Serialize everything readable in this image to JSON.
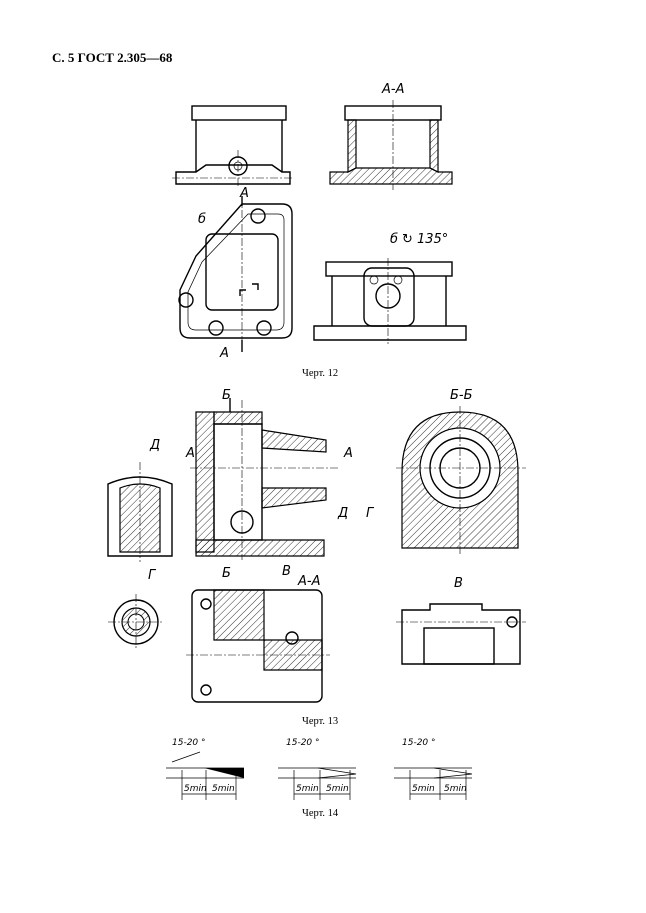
{
  "header": "С. 5 ГОСТ 2.305—68",
  "figures": {
    "fig12": {
      "caption": "Черт. 12",
      "section_title": "А-А",
      "section_mark_top": "А",
      "section_mark_bottom": "А",
      "view_mark": "б",
      "rotated_view_label": "б",
      "rotation_angle": "135°"
    },
    "fig13": {
      "caption": "Черт. 13",
      "section_bb_title": "Б-Б",
      "section_aa_title": "А-А",
      "mark_b_top": "Б",
      "mark_b_bottom": "Б",
      "mark_a_left": "А",
      "mark_a_right": "А",
      "mark_d": "Д",
      "mark_g": "Г",
      "mark_v": "В",
      "view_d": "Д",
      "view_g": "Г",
      "view_v": "В"
    },
    "fig14": {
      "caption": "Черт. 14",
      "items": [
        {
          "angle": "15-20 °",
          "dim_left": "5min",
          "dim_right": "5min"
        },
        {
          "angle": "15-20 °",
          "dim_left": "5min",
          "dim_right": "5min"
        },
        {
          "angle": "15-20 °",
          "dim_left": "5min",
          "dim_right": "5min"
        }
      ]
    }
  }
}
